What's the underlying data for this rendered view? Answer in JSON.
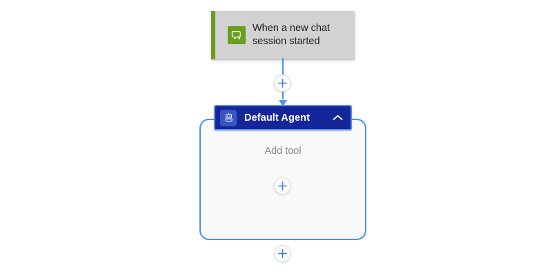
{
  "canvas": {
    "background_color": "#ffffff"
  },
  "trigger_node": {
    "title": "When a new chat\nsession started",
    "icon": "chat-bubble-icon",
    "accent_color": "#6d9d1e",
    "card_color": "#d2d2d2",
    "text_color": "#1b1b1b"
  },
  "connector_top": {
    "add_step_label": "+",
    "line_color": "#4a90f0"
  },
  "agent_node": {
    "title": "Default Agent",
    "icon": "robot-icon",
    "collapse_icon": "chevron-up-icon",
    "header_color": "#15269b",
    "header_border_color": "#5b8fe8",
    "container_border_color": "#4a90f0",
    "container_fill_color": "#faf9f9",
    "body": {
      "add_tool_label": "Add tool",
      "add_tool_button_label": "+"
    }
  },
  "connector_bottom": {
    "add_step_label": "+",
    "line_color": "#4a90f0"
  }
}
